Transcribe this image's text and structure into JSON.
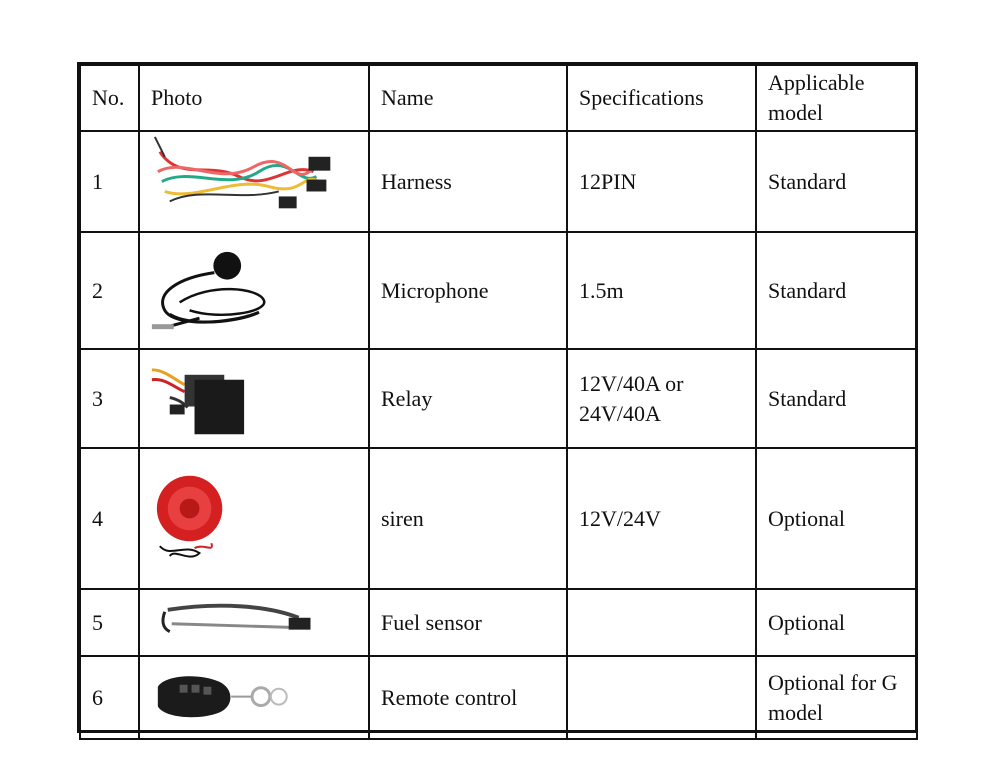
{
  "table": {
    "headers": [
      "No.",
      "Photo",
      "Name",
      "Specifications",
      "Applicable model"
    ],
    "rows": [
      {
        "no": "1",
        "photo_icon": "wire-harness-icon",
        "name": "Harness",
        "spec": "12PIN",
        "model": "Standard"
      },
      {
        "no": "2",
        "photo_icon": "microphone-icon",
        "name": "Microphone",
        "spec": "1.5m",
        "model": "Standard"
      },
      {
        "no": "3",
        "photo_icon": "relay-icon",
        "name": "Relay",
        "spec": "12V/40A or 24V/40A",
        "model": "Standard"
      },
      {
        "no": "4",
        "photo_icon": "siren-icon",
        "name": "siren",
        "spec": "12V/24V",
        "model": "Optional"
      },
      {
        "no": "5",
        "photo_icon": "fuel-sensor-icon",
        "name": "Fuel sensor",
        "spec": "",
        "model": "Optional"
      },
      {
        "no": "6",
        "photo_icon": "remote-control-icon",
        "name": "Remote control",
        "spec": "",
        "model": "Optional for G model"
      }
    ]
  },
  "colors": {
    "border": "#111111",
    "siren_red": "#d42020"
  }
}
